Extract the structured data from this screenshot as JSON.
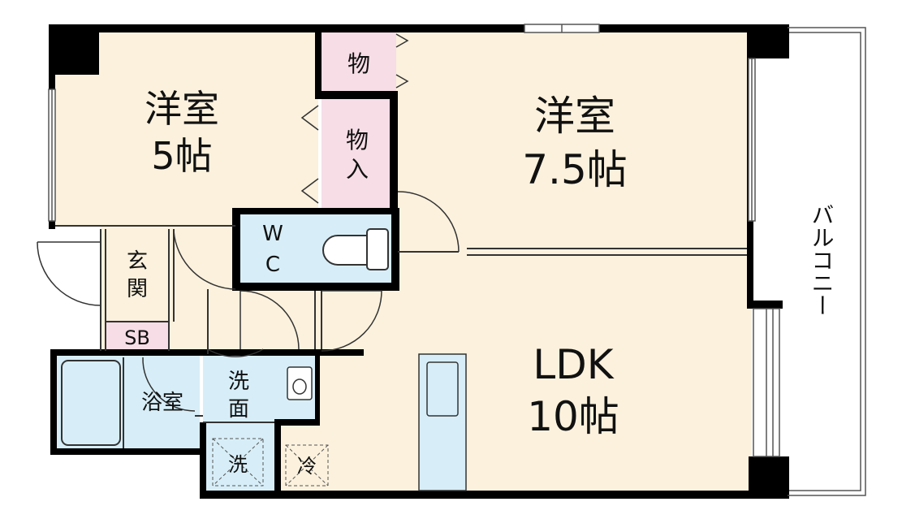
{
  "colors": {
    "room": "#fbf1dd",
    "water": "#d7eef8",
    "storage": "#f6dde6",
    "wall": "#000000",
    "balcony_line": "#555555"
  },
  "rooms": {
    "western_small": {
      "name": "洋室",
      "size": "5帖"
    },
    "western_large": {
      "name": "洋室",
      "size": "7.5帖"
    },
    "ldk": {
      "name": "LDK",
      "size": "10帖"
    },
    "closet_top": "物",
    "closet_side": [
      "物",
      "入"
    ],
    "wc": [
      "W",
      "C"
    ],
    "entrance": [
      "玄",
      "関"
    ],
    "shoebox": "SB",
    "bath": "浴室",
    "washroom": [
      "洗",
      "面"
    ],
    "washer": "洗",
    "fridge": "冷",
    "balcony": "バルコニー"
  }
}
